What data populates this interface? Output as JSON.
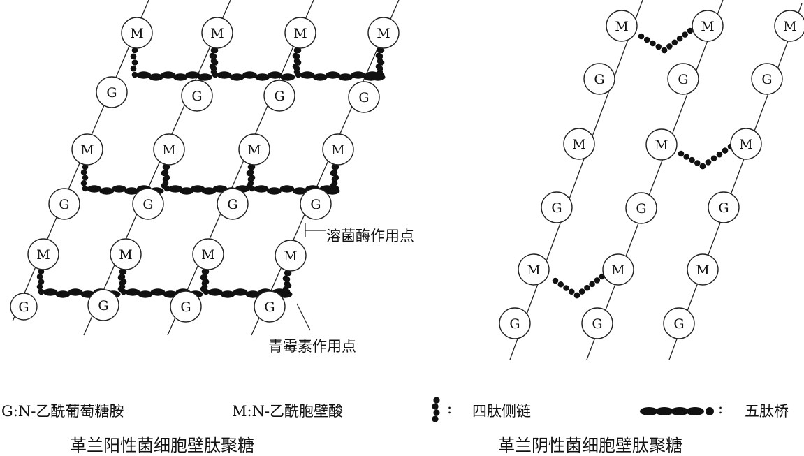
{
  "node_labels": {
    "g": "G",
    "m": "M"
  },
  "annotations": {
    "lysozyme_site": "溶菌酶作用点",
    "penicillin_site": "青霉素作用点"
  },
  "legend": {
    "g_def": "G:N-乙酰葡萄糖胺",
    "m_def": "M:N-乙酰胞壁酸",
    "tetrapeptide_label": "四肽侧链",
    "pentapeptide_label": "五肽桥",
    "colon": ":"
  },
  "captions": {
    "gram_positive": "革兰阳性菌细胞壁肽聚糖",
    "gram_negative": "革兰阴性菌细胞壁肽聚糖"
  }
}
